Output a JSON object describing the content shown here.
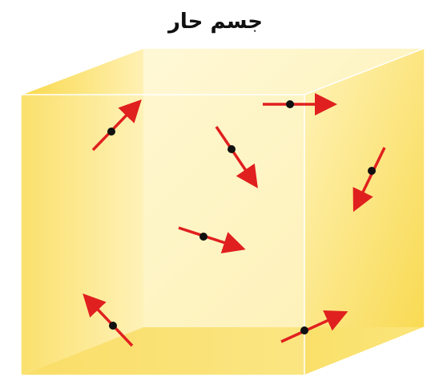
{
  "title": "جسم حار",
  "colors": {
    "box_light": "#fff7c8",
    "box_mid": "#fde98a",
    "box_dark": "#f8d94a",
    "edge": "#ffffff",
    "arrow": "#e0201f",
    "particle": "#111111"
  },
  "particles": [
    {
      "name": "particle-1",
      "direction": "up-right"
    },
    {
      "name": "particle-2",
      "direction": "right"
    },
    {
      "name": "particle-3",
      "direction": "down-right"
    },
    {
      "name": "particle-4",
      "direction": "down-left"
    },
    {
      "name": "particle-5",
      "direction": "right"
    },
    {
      "name": "particle-6",
      "direction": "up-left"
    },
    {
      "name": "particle-7",
      "direction": "up-right"
    }
  ]
}
